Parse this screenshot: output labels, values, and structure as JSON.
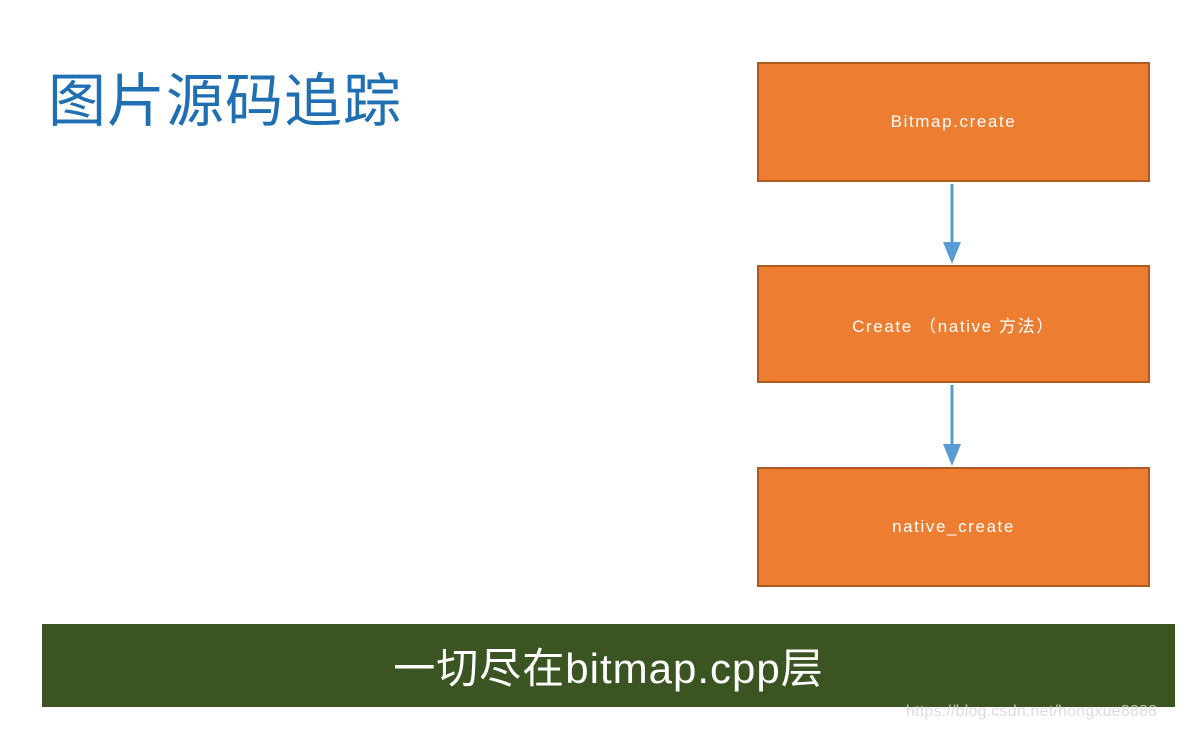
{
  "slide": {
    "title": "图片源码追踪",
    "title_color": "#1f6fb2",
    "background_color": "#ffffff"
  },
  "flow": {
    "box_fill_color": "#ED7D31",
    "box_border_color": "#AE5A21",
    "box_text_color": "#ffffff",
    "arrow_color": "#5B9BD5",
    "boxes": [
      {
        "label": "Bitmap.create"
      },
      {
        "label": "Create （native 方法）"
      },
      {
        "label": "native_create"
      }
    ],
    "arrows": [
      {
        "direction": "down",
        "from": "Bitmap.create",
        "to": "Create （native 方法）"
      },
      {
        "direction": "down",
        "from": "Create （native 方法）",
        "to": "native_create"
      }
    ]
  },
  "banner": {
    "text": "一切尽在bitmap.cpp层",
    "background_color": "#3B5522",
    "text_color": "#ffffff"
  },
  "watermark": {
    "text": "https://blog.csdn.net/hongxue8888"
  }
}
